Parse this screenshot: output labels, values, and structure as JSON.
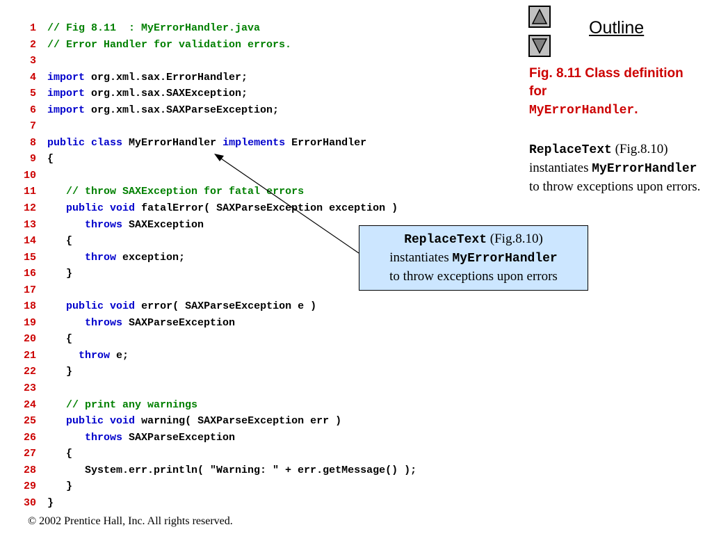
{
  "code_lines": [
    {
      "num": "1",
      "tokens": [
        {
          "t": "// Fig 8.11  : MyErrorHandler.java",
          "c": "cm"
        }
      ]
    },
    {
      "num": "2",
      "tokens": [
        {
          "t": "// Error Handler for validation errors.",
          "c": "cm"
        }
      ]
    },
    {
      "num": "3",
      "tokens": []
    },
    {
      "num": "4",
      "tokens": [
        {
          "t": "import",
          "c": "kw"
        },
        {
          "t": " org.xml.sax.ErrorHandler;",
          "c": ""
        }
      ]
    },
    {
      "num": "5",
      "tokens": [
        {
          "t": "import",
          "c": "kw"
        },
        {
          "t": " org.xml.sax.SAXException;",
          "c": ""
        }
      ]
    },
    {
      "num": "6",
      "tokens": [
        {
          "t": "import",
          "c": "kw"
        },
        {
          "t": " org.xml.sax.SAXParseException;",
          "c": ""
        }
      ]
    },
    {
      "num": "7",
      "tokens": []
    },
    {
      "num": "8",
      "tokens": [
        {
          "t": "public",
          "c": "kw"
        },
        {
          "t": " ",
          "c": ""
        },
        {
          "t": "class",
          "c": "kw"
        },
        {
          "t": " MyErrorHandler ",
          "c": ""
        },
        {
          "t": "implements",
          "c": "kw"
        },
        {
          "t": " ErrorHandler",
          "c": ""
        }
      ]
    },
    {
      "num": "9",
      "tokens": [
        {
          "t": "{",
          "c": ""
        }
      ]
    },
    {
      "num": "10",
      "tokens": []
    },
    {
      "num": "11",
      "tokens": [
        {
          "t": "   ",
          "c": ""
        },
        {
          "t": "// throw SAXException for fatal errors",
          "c": "cm"
        }
      ]
    },
    {
      "num": "12",
      "tokens": [
        {
          "t": "   ",
          "c": ""
        },
        {
          "t": "public",
          "c": "kw"
        },
        {
          "t": " ",
          "c": ""
        },
        {
          "t": "void",
          "c": "kw"
        },
        {
          "t": " fatalError( SAXParseException exception )",
          "c": ""
        }
      ]
    },
    {
      "num": "13",
      "tokens": [
        {
          "t": "      ",
          "c": ""
        },
        {
          "t": "throws",
          "c": "kw"
        },
        {
          "t": " SAXException",
          "c": ""
        }
      ]
    },
    {
      "num": "14",
      "tokens": [
        {
          "t": "   {",
          "c": ""
        }
      ]
    },
    {
      "num": "15",
      "tokens": [
        {
          "t": "      ",
          "c": ""
        },
        {
          "t": "throw",
          "c": "kw"
        },
        {
          "t": " exception;",
          "c": ""
        }
      ]
    },
    {
      "num": "16",
      "tokens": [
        {
          "t": "   }",
          "c": ""
        }
      ]
    },
    {
      "num": "17",
      "tokens": []
    },
    {
      "num": "18",
      "tokens": [
        {
          "t": "   ",
          "c": ""
        },
        {
          "t": "public",
          "c": "kw"
        },
        {
          "t": " ",
          "c": ""
        },
        {
          "t": "void",
          "c": "kw"
        },
        {
          "t": " error( SAXParseException e )",
          "c": ""
        }
      ]
    },
    {
      "num": "19",
      "tokens": [
        {
          "t": "      ",
          "c": ""
        },
        {
          "t": "throws",
          "c": "kw"
        },
        {
          "t": " SAXParseException",
          "c": ""
        }
      ]
    },
    {
      "num": "20",
      "tokens": [
        {
          "t": "   {",
          "c": ""
        }
      ]
    },
    {
      "num": "21",
      "tokens": [
        {
          "t": "     ",
          "c": ""
        },
        {
          "t": "throw",
          "c": "kw"
        },
        {
          "t": " e;",
          "c": ""
        }
      ]
    },
    {
      "num": "22",
      "tokens": [
        {
          "t": "   }",
          "c": ""
        }
      ]
    },
    {
      "num": "23",
      "tokens": []
    },
    {
      "num": "24",
      "tokens": [
        {
          "t": "   ",
          "c": ""
        },
        {
          "t": "// print any warnings",
          "c": "cm"
        }
      ]
    },
    {
      "num": "25",
      "tokens": [
        {
          "t": "   ",
          "c": ""
        },
        {
          "t": "public",
          "c": "kw"
        },
        {
          "t": " ",
          "c": ""
        },
        {
          "t": "void",
          "c": "kw"
        },
        {
          "t": " warning( SAXParseException err )",
          "c": ""
        }
      ]
    },
    {
      "num": "26",
      "tokens": [
        {
          "t": "      ",
          "c": ""
        },
        {
          "t": "throws",
          "c": "kw"
        },
        {
          "t": " SAXParseException",
          "c": ""
        }
      ]
    },
    {
      "num": "27",
      "tokens": [
        {
          "t": "   {",
          "c": ""
        }
      ]
    },
    {
      "num": "28",
      "tokens": [
        {
          "t": "      System.err.println( \"Warning: \" + err.getMessage() );",
          "c": ""
        }
      ]
    },
    {
      "num": "29",
      "tokens": [
        {
          "t": "   }",
          "c": ""
        }
      ]
    },
    {
      "num": "30",
      "tokens": [
        {
          "t": "}",
          "c": ""
        }
      ]
    }
  ],
  "nav": {
    "outline_label": "Outline",
    "up_icon": "triangle-up-icon",
    "down_icon": "triangle-down-icon"
  },
  "caption": {
    "line1": "Fig. 8.11  Class definition for",
    "class_name": "MyErrorHandler",
    "suffix": "."
  },
  "side_note": {
    "code1": "ReplaceText",
    "text1": " (Fig.8.10) instantiates ",
    "code2": "MyErrorHandler",
    "text2": " to throw exceptions upon errors."
  },
  "callout": {
    "code1": "ReplaceText",
    "text1": " (Fig.8.10)",
    "text2": "instantiates ",
    "code2": "MyErrorHandler",
    "text3": "to throw exceptions upon errors"
  },
  "footer": {
    "copyright": "© 2002 Prentice Hall, Inc.  All rights reserved."
  },
  "colors": {
    "line_number": "#cc0000",
    "keyword": "#0000cc",
    "comment": "#008000",
    "caption": "#cc0000",
    "callout_bg": "#cce6ff"
  }
}
